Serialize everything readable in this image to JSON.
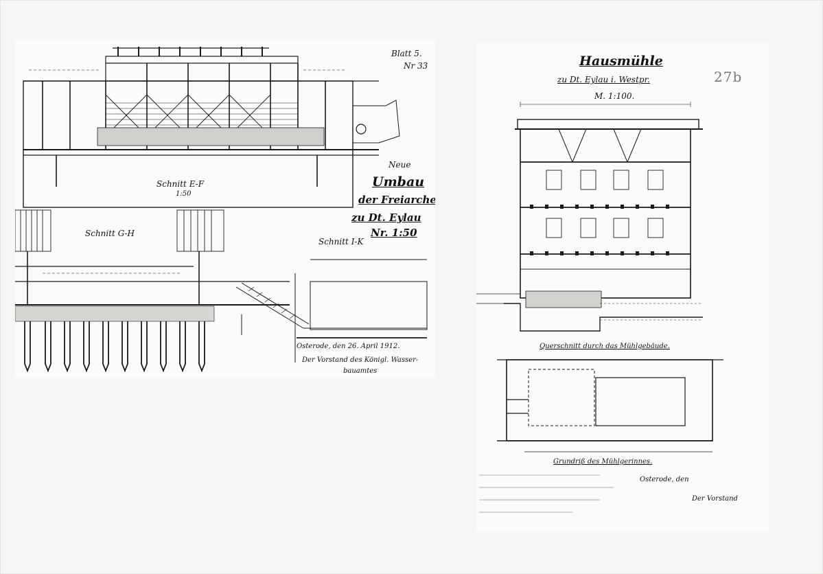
{
  "left_sheet": {
    "sheet_label": "Blatt 5.",
    "sheet_number": "Nr 33",
    "section_ef": "Schnitt E-F",
    "scale_ef": "1:50",
    "title_prefix": "Neue",
    "title_main": "Umbau",
    "title_line2": "der Freiarche",
    "title_line3": "zu Dt. Eylau",
    "title_scale": "Nr. 1:50",
    "section_gh": "Schnitt G-H",
    "section_ik": "Schnitt I-K",
    "signature_place_date": "Osterode, den 26. April 1912.",
    "signature_authority": "Der Vorstand des Königl. Wasser-",
    "signature_authority2": "bauamtes"
  },
  "right_sheet": {
    "title": "Hausmühle",
    "subtitle": "zu Dt. Eylau i. Westpr.",
    "scale": "M. 1:100.",
    "section_caption": "Querschnitt durch das Mühlgebäude.",
    "plan_caption": "Grundriß des Mühlgerinnes.",
    "place": "Osterode, den",
    "signature": "Der Vorstand"
  },
  "archive_number": "27b"
}
